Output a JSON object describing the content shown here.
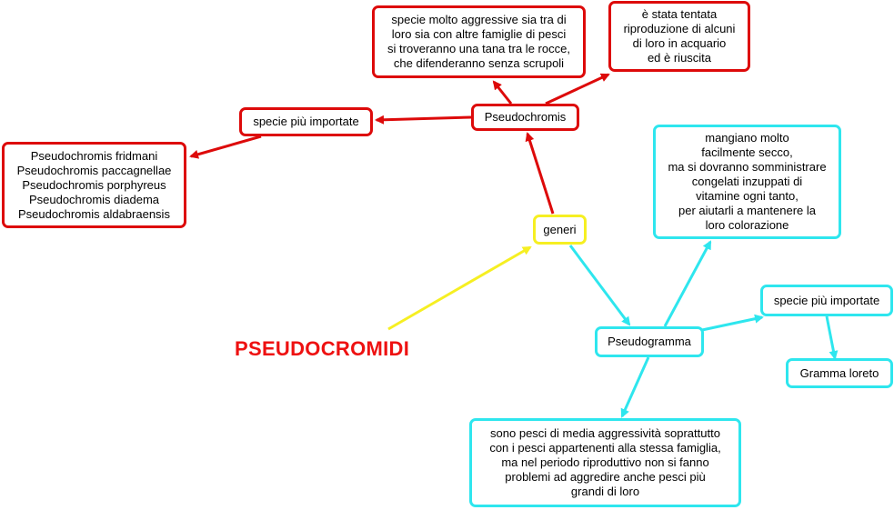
{
  "title": "PSEUDOCROMIDI",
  "colors": {
    "red": "#dd0a0a",
    "cyan": "#2ee6ee",
    "yellow": "#f6ef22",
    "title": "#ee1111"
  },
  "nodes": {
    "generi": "generi",
    "pseudochromis": "Pseudochromis",
    "aggressive": "specie molto aggressive sia tra di\nloro sia con altre famiglie di pesci\nsi troveranno una tana tra le rocce,\nche difenderanno senza scrupoli",
    "riproduzione": "è stata tentata\nriproduzione di alcuni\ndi loro in acquario\ned è riuscita",
    "specie_pseudochromis": "specie più importate",
    "species_list": "Pseudochromis fridmani\nPseudochromis paccagnellae\nPseudochromis porphyreus\nPseudochromis diadema\nPseudochromis aldabraensis",
    "mangiano": "mangiano molto\nfacilmente secco,\nma si dovranno somministrare\ncongelati inzuppati di\nvitamine ogni tanto,\nper aiutarli a mantenere la\nloro colorazione",
    "specie_pseudogramma": "specie più importate",
    "pseudogramma": "Pseudogramma",
    "gramma": "Gramma loreto",
    "media_aggressivita": "sono pesci di media aggressività soprattutto\ncon i pesci appartenenti alla stessa famiglia,\nma nel periodo riproduttivo non si fanno\nproblemi ad aggredire anche pesci più\ngrandi di loro"
  }
}
